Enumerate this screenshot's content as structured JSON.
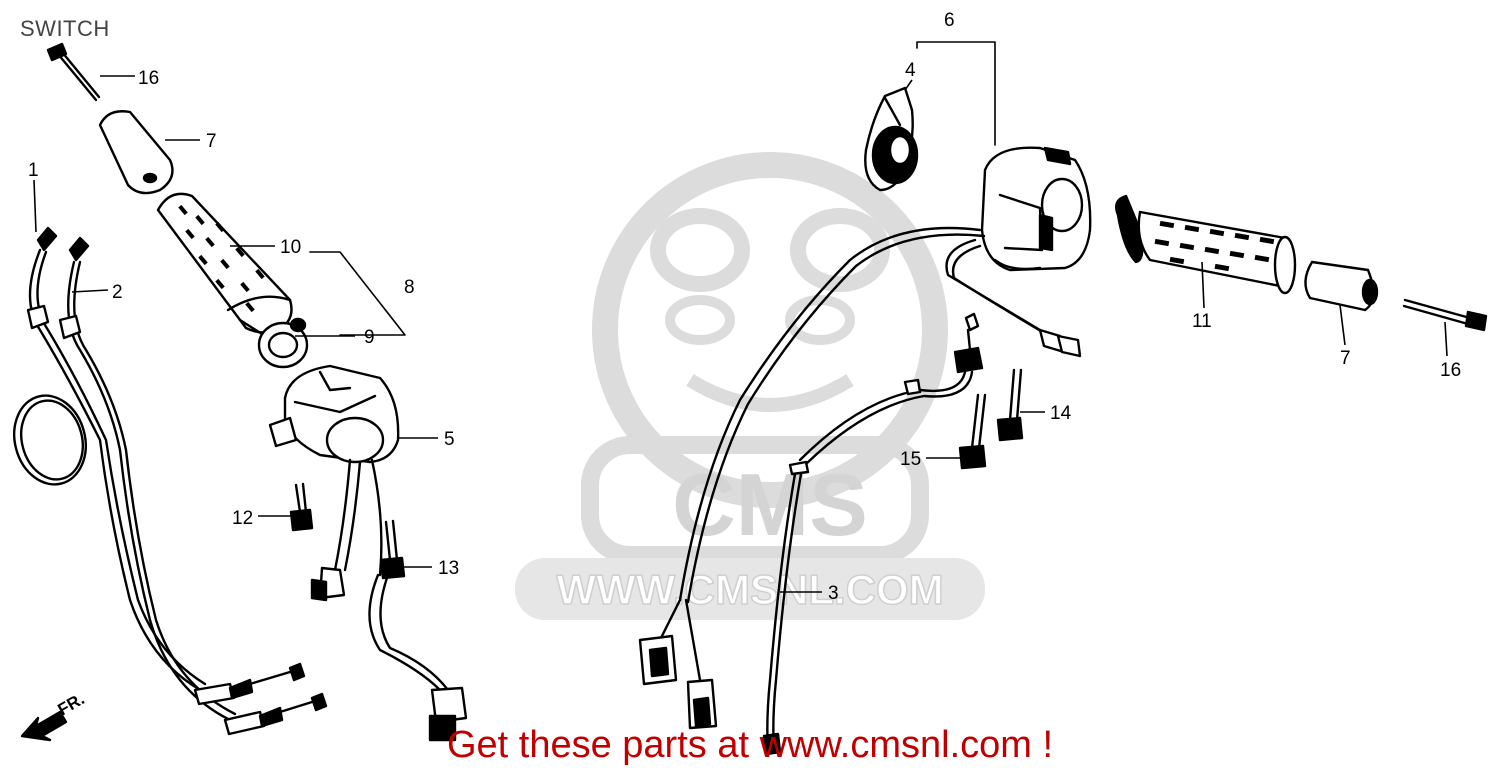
{
  "page": {
    "title": "SWITCH",
    "cta": "Get these parts at www.cmsnl.com !"
  },
  "watermark": {
    "logo_text": "CMS",
    "url_text": "WWW.CMSNL.COM"
  },
  "direction_label": "FR.",
  "colors": {
    "line": "#000000",
    "watermark": "#dcdcdc",
    "cta": "#c00000"
  },
  "callouts": [
    {
      "id": "c1",
      "label": "1"
    },
    {
      "id": "c2",
      "label": "2"
    },
    {
      "id": "c3",
      "label": "3"
    },
    {
      "id": "c4",
      "label": "4"
    },
    {
      "id": "c5",
      "label": "5"
    },
    {
      "id": "c6",
      "label": "6"
    },
    {
      "id": "c7a",
      "label": "7"
    },
    {
      "id": "c7b",
      "label": "7"
    },
    {
      "id": "c8",
      "label": "8"
    },
    {
      "id": "c9",
      "label": "9"
    },
    {
      "id": "c10",
      "label": "10"
    },
    {
      "id": "c11",
      "label": "11"
    },
    {
      "id": "c12",
      "label": "12"
    },
    {
      "id": "c13",
      "label": "13"
    },
    {
      "id": "c14",
      "label": "14"
    },
    {
      "id": "c15",
      "label": "15"
    },
    {
      "id": "c16a",
      "label": "16"
    },
    {
      "id": "c16b",
      "label": "16"
    }
  ]
}
